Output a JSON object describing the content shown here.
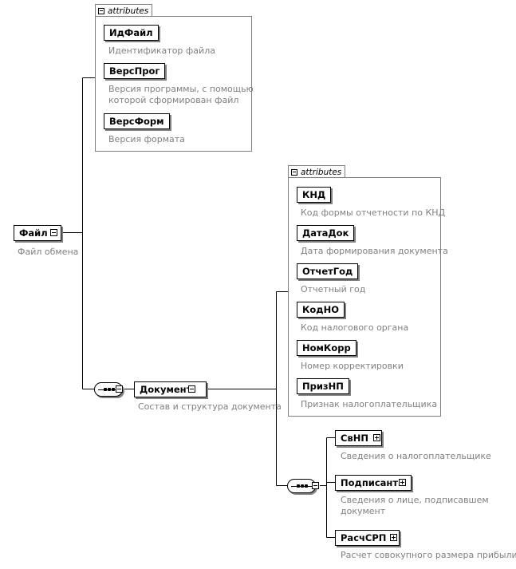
{
  "root": {
    "name": "Файл",
    "description": "Файл обмена"
  },
  "root_attributes": {
    "tab_label": "attributes",
    "items": [
      {
        "name": "ИдФайл",
        "description": [
          "Идентификатор файла"
        ]
      },
      {
        "name": "ВерсПрог",
        "description": [
          "Версия программы, с помощью",
          "которой сформирован файл"
        ]
      },
      {
        "name": "ВерсФорм",
        "description": [
          "Версия формата"
        ]
      }
    ]
  },
  "document": {
    "name": "Документ",
    "description": "Состав и структура документа"
  },
  "document_attributes": {
    "tab_label": "attributes",
    "items": [
      {
        "name": "КНД",
        "description": [
          "Код формы отчетности по КНД"
        ]
      },
      {
        "name": "ДатаДок",
        "description": [
          "Дата формирования документа"
        ]
      },
      {
        "name": "ОтчетГод",
        "description": [
          "Отчетный год"
        ]
      },
      {
        "name": "КодНО",
        "description": [
          "Код налогового органа"
        ]
      },
      {
        "name": "НомКорр",
        "description": [
          "Номер корректировки"
        ]
      },
      {
        "name": "ПризНП",
        "description": [
          "Признак налогоплательщика"
        ]
      }
    ]
  },
  "document_children": [
    {
      "name": "СвНП",
      "description": [
        "Сведения о налогоплательщике"
      ]
    },
    {
      "name": "Подписант",
      "description": [
        "Сведения о лице, подписавшем",
        "документ"
      ]
    },
    {
      "name": "РасчСРП",
      "description": [
        "Расчет совокупного размера прибыли"
      ]
    }
  ]
}
